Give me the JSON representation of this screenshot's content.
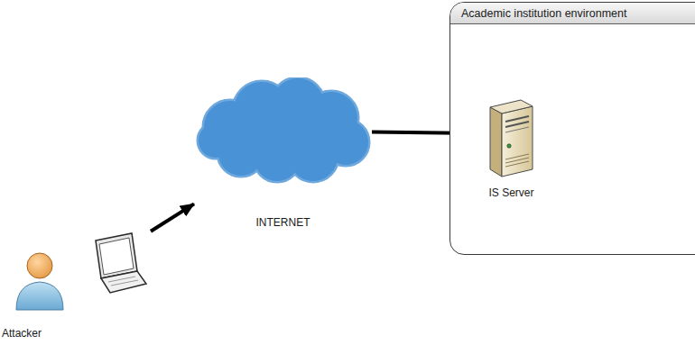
{
  "diagram": {
    "nodes": [
      {
        "text": [
          "Academic institution environment"
        ]
      },
      {
        "text": [
          "IS Server"
        ],
        "in": 0
      },
      {
        "text": [
          "INTERNET"
        ]
      },
      {
        "text": [
          "Attacker"
        ]
      }
    ],
    "edges": [
      {
        "from": 3,
        "to": 2,
        "arrow": "to"
      },
      {
        "from": 2,
        "to": 1,
        "arrow": "to"
      }
    ]
  }
}
